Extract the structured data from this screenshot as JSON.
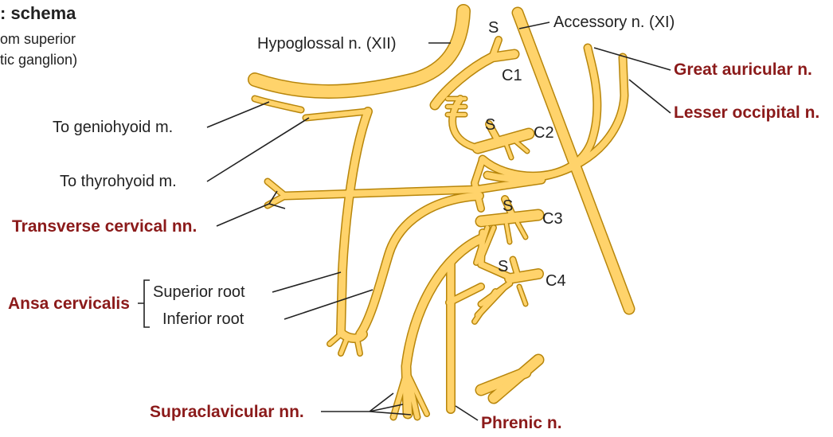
{
  "header": {
    "title": ": schema",
    "sub1": "om superior",
    "sub2": "tic ganglion)"
  },
  "labels": {
    "hypoglossal": "Hypoglossal n. (XII)",
    "accessory": "Accessory n. (XI)",
    "great_auricular": "Great auricular n.",
    "lesser_occipital": "Lesser occipital n.",
    "to_geniohyoid": "To geniohyoid m.",
    "to_thyrohyoid": "To thyrohyoid m.",
    "transverse_cervical": "Transverse cervical nn.",
    "ansa_cervicalis": "Ansa cervicalis",
    "superior_root": "Superior root",
    "inferior_root": "Inferior root",
    "supraclavicular": "Supraclavicular nn.",
    "phrenic": "Phrenic n.",
    "s1": "S",
    "c1": "C1",
    "s2": "S",
    "c2": "C2",
    "s3": "S",
    "c3": "C3",
    "s4": "S",
    "c4": "C4"
  },
  "colors": {
    "nerve_fill": "#ffd36b",
    "nerve_outline": "#b8860b",
    "red_label": "#8b1a1a",
    "text": "#222222"
  }
}
